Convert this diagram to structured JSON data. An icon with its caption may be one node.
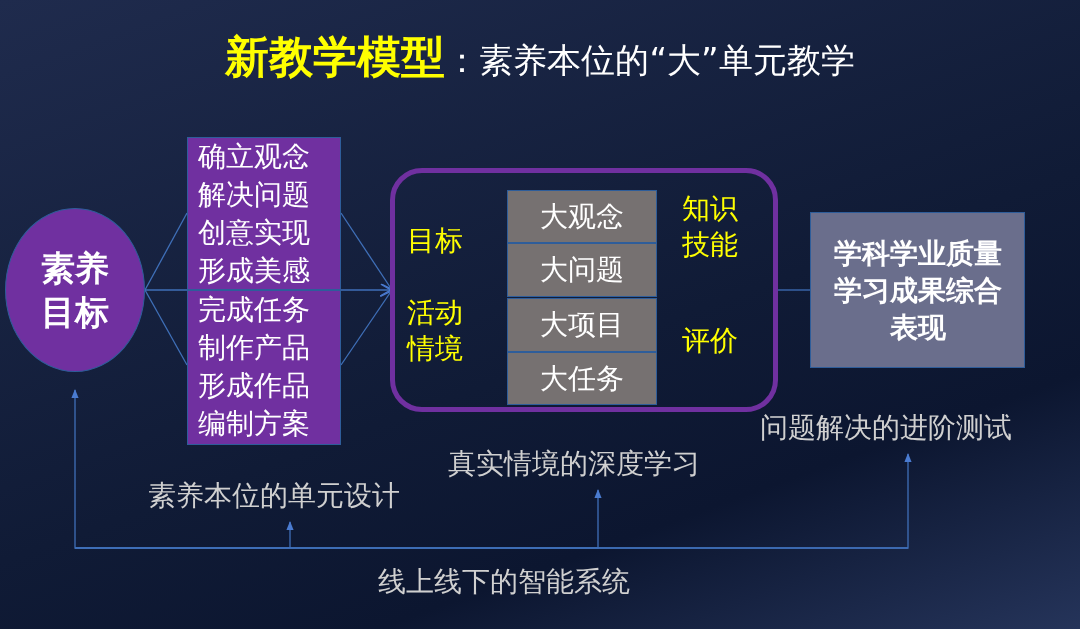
{
  "diagram": {
    "title": "**新教学模型**：素养本位的“大”单元教学",
    "nodes": [
      {
        "text": [
          "素养目标"
        ]
      },
      {
        "text": [
          "确立观念",
          "解决问题",
          "创意实现",
          "形成美感"
        ]
      },
      {
        "text": [
          "完成任务",
          "制作产品",
          "形成作品",
          "编制方案"
        ]
      },
      {
        "text": [
          "目标",
          "活动情境",
          "知识技能",
          "评价"
        ]
      },
      {
        "text": [
          "大观念"
        ],
        "in": 3
      },
      {
        "text": [
          "大问题"
        ],
        "in": 3
      },
      {
        "text": [
          "大项目"
        ],
        "in": 3
      },
      {
        "text": [
          "大任务"
        ],
        "in": 3
      },
      {
        "text": [
          "学科学业质量学习成果综合表现"
        ]
      },
      {
        "text": [
          "问题解决的进阶测试"
        ]
      },
      {
        "text": [
          "真实情境的深度学习"
        ]
      },
      {
        "text": [
          "素养本位的单元设计"
        ]
      }
    ],
    "edges": [
      {
        "from": 0,
        "to": 1,
        "arrow": "none"
      },
      {
        "from": 0,
        "to": 2,
        "arrow": "none"
      },
      {
        "from": 0,
        "to": 3,
        "arrow": "to"
      },
      {
        "from": 1,
        "to": 3,
        "arrow": "to"
      },
      {
        "from": 2,
        "to": 3,
        "arrow": "to"
      },
      {
        "from": 3,
        "to": 8,
        "arrow": "none"
      },
      {
        "from": null,
        "to": 0,
        "arrow": "to"
      },
      {
        "from": null,
        "to": 11,
        "arrow": "to"
      },
      {
        "from": null,
        "to": 10,
        "arrow": "to"
      },
      {
        "from": null,
        "to": 9,
        "arrow": "to"
      }
    ],
    "labels": [
      "线上线下的智能系统"
    ]
  }
}
